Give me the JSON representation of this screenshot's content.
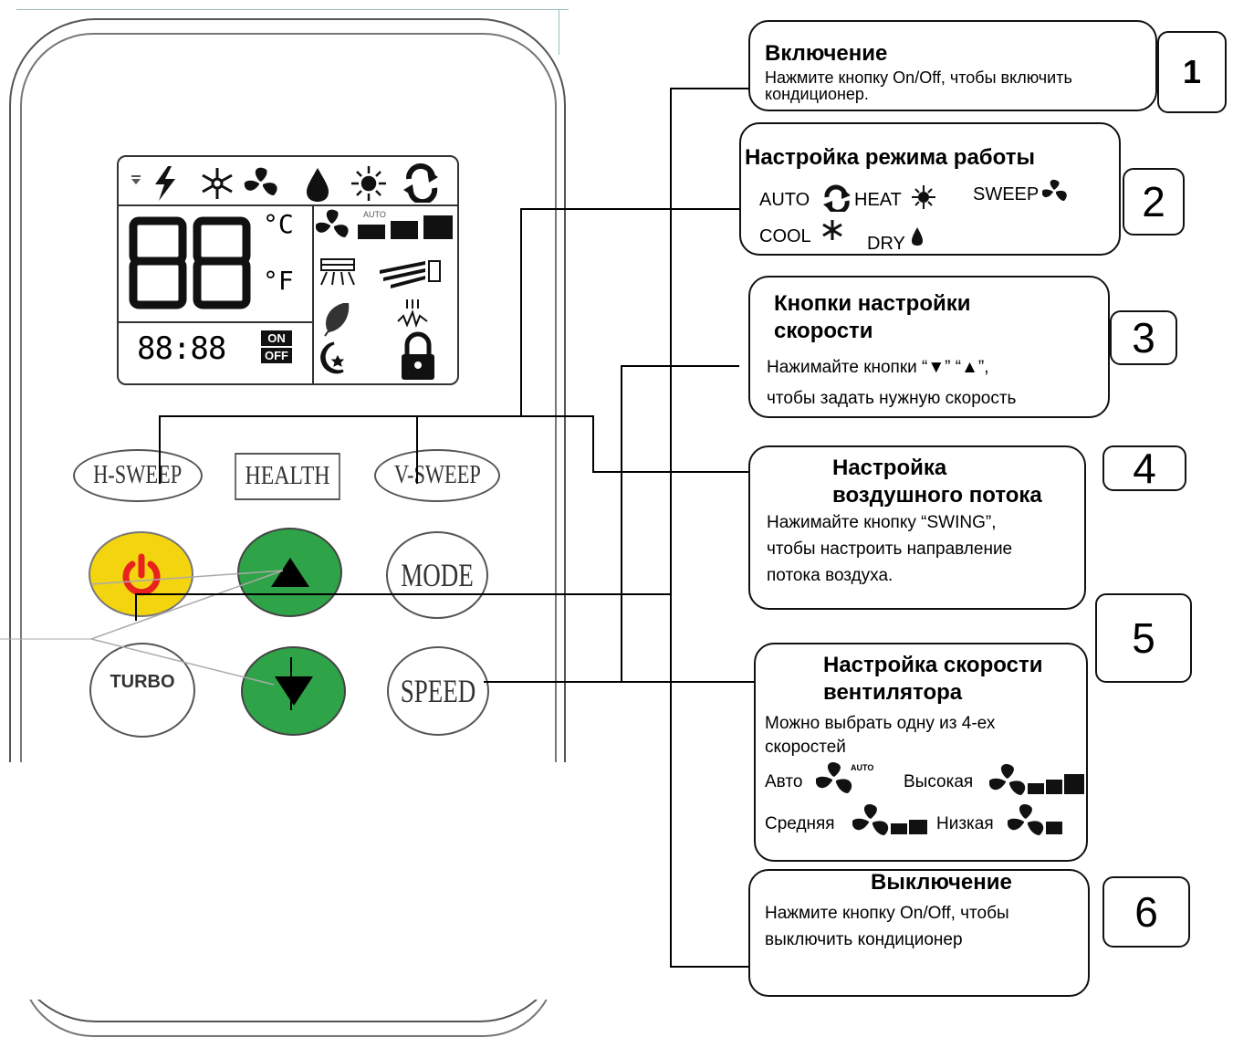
{
  "remote": {
    "lcd": {
      "temp_digits": "88",
      "unit_c": "°C",
      "unit_f": "°F",
      "clock": "88:88",
      "on_label": "ON",
      "off_label": "OFF",
      "auto_label": "AUTO"
    },
    "buttons": {
      "h_sweep": "H-SWEEP",
      "health": "HEALTH",
      "v_sweep": "V-SWEEP",
      "mode": "MODE",
      "turbo": "TURBO",
      "speed": "SPEED"
    },
    "colors": {
      "power": "#f2d40f",
      "power_icon": "#e8231d",
      "arrows": "#2fa347"
    }
  },
  "callouts": [
    {
      "number": "1",
      "title": "Включение",
      "lines": [
        "Нажмите кнопку On/Off, чтобы включить",
        "кондиционер."
      ]
    },
    {
      "number": "2",
      "title": "Настройка режима работы",
      "modes": {
        "auto": "AUTO",
        "heat": "HEAT",
        "sweep": "SWEEP",
        "cool": "COOL",
        "dry": "DRY"
      }
    },
    {
      "number": "3",
      "title_lines": [
        "Кнопки настройки",
        "скорости"
      ],
      "lines": [
        "Нажимайте кнопки “▼” “▲”,",
        "чтобы задать нужную скорость"
      ]
    },
    {
      "number": "4",
      "title_lines": [
        "Настройка",
        "воздушного потока"
      ],
      "lines": [
        "Нажимайте кнопку “SWING”,",
        "чтобы настроить направление",
        "потока воздуха."
      ]
    },
    {
      "number": "5",
      "title_lines": [
        "Настройка скорости",
        "вентилятора"
      ],
      "lines": [
        "Можно выбрать одну из 4-ех",
        "скоростей"
      ],
      "speeds": {
        "auto": "Авто",
        "auto_tag": "AUTO",
        "high": "Высокая",
        "medium": "Средняя",
        "low": "Низкая"
      }
    },
    {
      "number": "6",
      "title": "Выключение",
      "lines": [
        "Нажмите кнопку On/Off, чтобы",
        "выключить кондиционер"
      ]
    }
  ]
}
